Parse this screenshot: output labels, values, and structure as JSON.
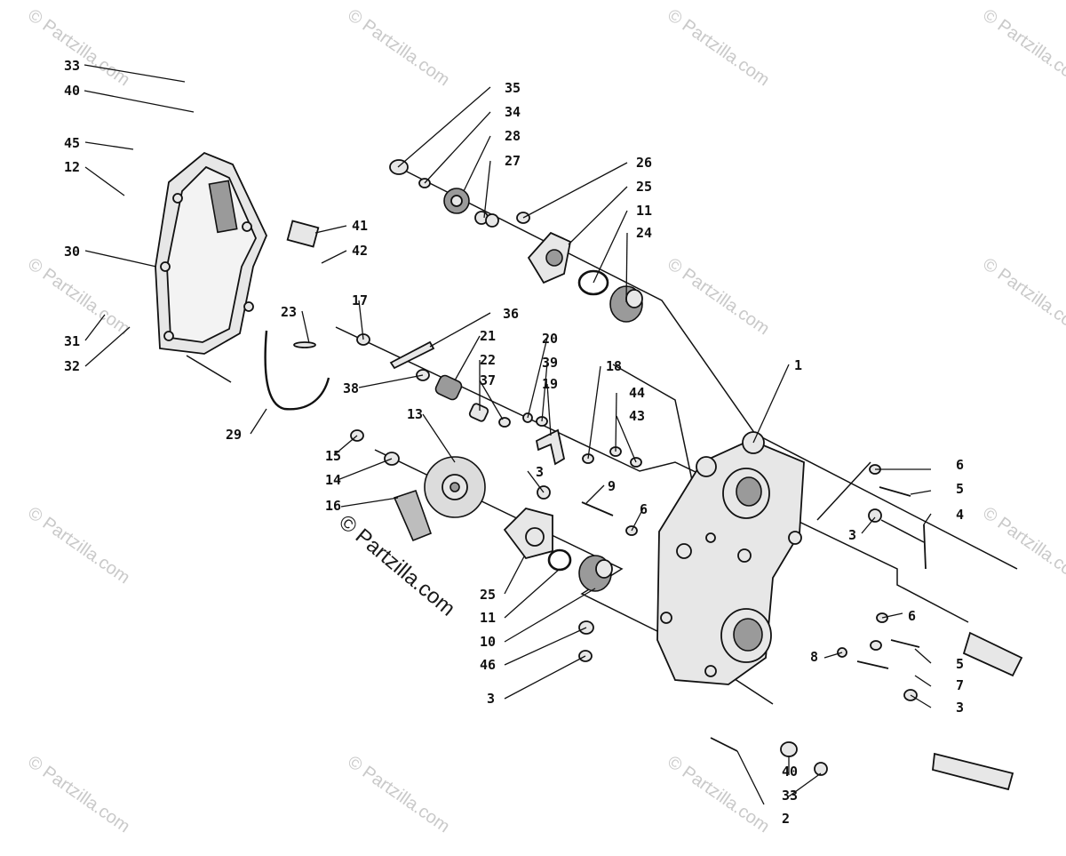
{
  "callouts": {
    "c1": "1",
    "c2": "2",
    "c3a": "3",
    "c3b": "3",
    "c3c": "3",
    "c3d": "3",
    "c4": "4",
    "c5a": "5",
    "c5b": "5",
    "c6a": "6",
    "c6b": "6",
    "c6c": "6",
    "c7": "7",
    "c8": "8",
    "c9": "9",
    "c10": "10",
    "c11a": "11",
    "c11b": "11",
    "c12": "12",
    "c13": "13",
    "c14": "14",
    "c15": "15",
    "c16": "16",
    "c17": "17",
    "c18": "18",
    "c19": "19",
    "c20": "20",
    "c21": "21",
    "c22": "22",
    "c23": "23",
    "c24": "24",
    "c25a": "25",
    "c25b": "25",
    "c26": "26",
    "c27": "27",
    "c28": "28",
    "c29": "29",
    "c30": "30",
    "c31": "31",
    "c32": "32",
    "c33a": "33",
    "c33b": "33",
    "c34": "34",
    "c35": "35",
    "c36": "36",
    "c37": "37",
    "c38": "38",
    "c39": "39",
    "c40a": "40",
    "c40b": "40",
    "c41": "41",
    "c42": "42",
    "c43": "43",
    "c44": "44",
    "c45": "45",
    "c46": "46"
  },
  "watermark": {
    "main": "© Partzilla.com",
    "repeat": "© Partzilla.com"
  }
}
